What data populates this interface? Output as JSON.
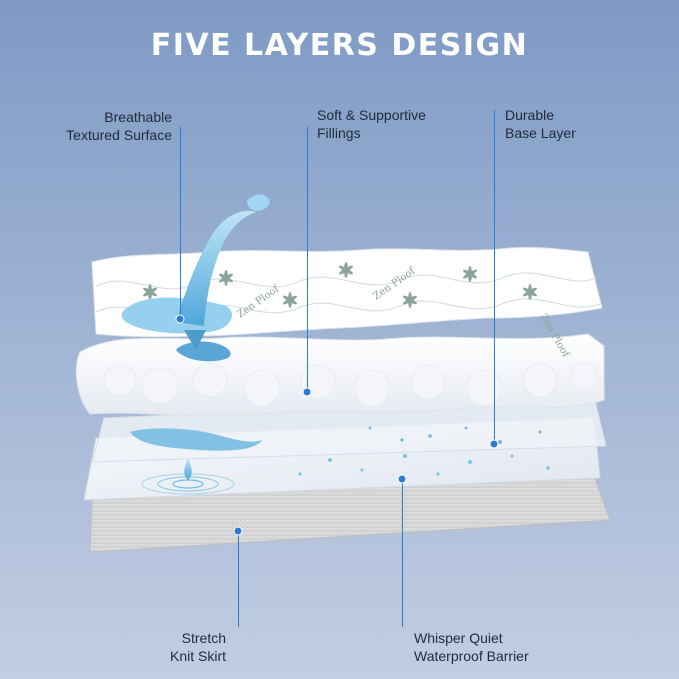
{
  "title": "FIVE LAYERS DESIGN",
  "brand_mark": "Zen Ploof",
  "labels": {
    "top_left": {
      "line1": "Breathable",
      "line2": "Textured Surface"
    },
    "top_middle": {
      "line1": "Soft & Supportive",
      "line2": "Fillings"
    },
    "top_right": {
      "line1": "Durable",
      "line2": "Base Layer"
    },
    "bottom_left": {
      "line1": "Stretch",
      "line2": "Knit Skirt"
    },
    "bottom_right": {
      "line1": "Whisper Quiet",
      "line2": "Waterproof Barrier"
    }
  },
  "colors": {
    "accent": "#2b7cd3",
    "water": "#7cc3e8",
    "leaf": "#8aa59a"
  }
}
